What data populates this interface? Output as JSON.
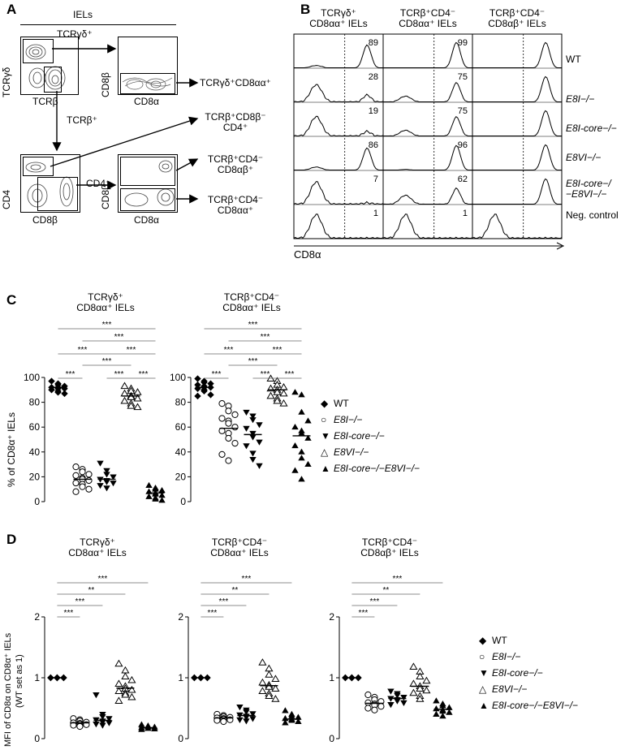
{
  "panelA": {
    "letter": "A",
    "iels": "IELs",
    "tcrgd_gate": "TCRγδ⁺",
    "axis_tcrgd": "TCRγδ",
    "axis_tcrb": "TCRβ",
    "axis_cd8b": "CD8β",
    "axis_cd8a": "CD8α",
    "axis_cd4": "CD4",
    "tcrb_pos": "TCRβ⁺",
    "cd4_neg": "CD4⁻",
    "out1": "TCRγδ⁺CD8αα⁺",
    "out2_l1": "TCRβ⁺CD8β⁻",
    "out2_l2": "CD4⁺",
    "out3_l1": "TCRβ⁺CD4⁻",
    "out3_l2": "CD8αβ⁺",
    "out4_l1": "TCRβ⁺CD4⁻",
    "out4_l2": "CD8αα⁺"
  },
  "panelB": {
    "letter": "B",
    "col1_l1": "TCRγδ⁺",
    "col1_l2": "CD8αα⁺ IELs",
    "col2_l1": "TCRβ⁺CD4⁻",
    "col2_l2": "CD8αα⁺ IELs",
    "col3_l1": "TCRβ⁺CD4⁻",
    "col3_l2": "CD8αβ⁺ IELs",
    "xaxis": "CD8α",
    "rows": [
      "WT",
      "E8I−/−",
      "E8I-core−/−",
      "E8VI−/−",
      "E8I-core−/−E8VI−/−",
      "Neg. control"
    ],
    "values_col1": [
      "89",
      "28",
      "19",
      "86",
      "7",
      "1"
    ],
    "values_col2": [
      "99",
      "75",
      "75",
      "96",
      "62",
      "1"
    ]
  },
  "legend": {
    "wt": "WT",
    "e8i": "E8I−/−",
    "e8icore": "E8I-core−/−",
    "e8vi": "E8VI−/−",
    "double": "E8I-core−/−E8VI−/−"
  },
  "panelC": {
    "letter": "C",
    "ylabel": "% of CD8α⁺ IELs",
    "sig": "***",
    "chart_data": [
      {
        "type": "scatter",
        "title_l1": "TCRγδ⁺",
        "title_l2": "CD8αα⁺ IELs",
        "ylim": [
          0,
          100
        ],
        "yticks": [
          "0",
          "20",
          "40",
          "60",
          "80",
          "100"
        ],
        "series": [
          {
            "name": "WT",
            "values": [
              97,
              95,
              94,
              93,
              92,
              92,
              91,
              91,
              90,
              89,
              88,
              87
            ],
            "mean": 92
          },
          {
            "name": "E8I−/−",
            "values": [
              28,
              26,
              24,
              22,
              21,
              19,
              18,
              17,
              15,
              14,
              12,
              10,
              8
            ],
            "mean": 18
          },
          {
            "name": "E8I-core−/−",
            "values": [
              31,
              25,
              22,
              20,
              18,
              17,
              16,
              15,
              13,
              11
            ],
            "mean": 18
          },
          {
            "name": "E8VI−/−",
            "values": [
              93,
              91,
              89,
              88,
              87,
              85,
              84,
              83,
              81,
              79,
              77,
              76
            ],
            "mean": 85
          },
          {
            "name": "E8I-core−/−E8VI−/−",
            "values": [
              13,
              11,
              10,
              9,
              8,
              7,
              6,
              5,
              4,
              3,
              2,
              1
            ],
            "mean": 7
          }
        ]
      },
      {
        "type": "scatter",
        "title_l1": "TCRβ⁺CD4⁻",
        "title_l2": "CD8αα⁺ IELs",
        "ylim": [
          0,
          100
        ],
        "yticks": [
          "0",
          "20",
          "40",
          "60",
          "80",
          "100"
        ],
        "series": [
          {
            "name": "WT",
            "values": [
              99,
              97,
              96,
              95,
              94,
              93,
              92,
              92,
              91,
              90,
              89,
              86,
              85
            ],
            "mean": 92
          },
          {
            "name": "E8I−/−",
            "values": [
              79,
              77,
              73,
              70,
              67,
              65,
              63,
              60,
              57,
              55,
              51,
              47,
              38,
              33
            ],
            "mean": 59
          },
          {
            "name": "E8I-core−/−",
            "values": [
              72,
              69,
              66,
              62,
              59,
              55,
              52,
              48,
              45,
              39,
              34,
              29
            ],
            "mean": 54
          },
          {
            "name": "E8VI−/−",
            "values": [
              99,
              97,
              94,
              92,
              91,
              90,
              88,
              87,
              85,
              83,
              81,
              79
            ],
            "mean": 90
          },
          {
            "name": "E8I-core−/−E8VI−/−",
            "values": [
              88,
              86,
              72,
              65,
              60,
              57,
              55,
              51,
              45,
              40,
              35,
              30,
              25,
              18
            ],
            "mean": 53
          }
        ]
      }
    ]
  },
  "panelD": {
    "letter": "D",
    "ylabel_l1": "MFI of CD8α on CD8α⁺ IELs",
    "ylabel_l2": "(WT set as 1)",
    "sig3": "***",
    "sig2": "**",
    "chart_data": [
      {
        "type": "scatter",
        "title_l1": "TCRγδ⁺",
        "title_l2": "CD8αα⁺ IELs",
        "ylim": [
          0,
          2
        ],
        "yticks": [
          "0",
          "1",
          "2"
        ],
        "series": [
          {
            "name": "WT",
            "values": [
              1,
              1,
              1,
              1,
              1,
              1,
              1,
              1
            ],
            "mean": 1
          },
          {
            "name": "E8I−/−",
            "values": [
              0.33,
              0.31,
              0.29,
              0.27,
              0.26,
              0.25,
              0.24,
              0.23,
              0.22,
              0.21,
              0.2
            ],
            "mean": 0.26
          },
          {
            "name": "E8I-core−/−",
            "values": [
              0.72,
              0.4,
              0.36,
              0.33,
              0.31,
              0.29,
              0.27,
              0.26,
              0.24,
              0.22
            ],
            "mean": 0.3
          },
          {
            "name": "E8VI−/−",
            "values": [
              1.23,
              1.12,
              1.02,
              0.96,
              0.9,
              0.86,
              0.82,
              0.8,
              0.78,
              0.75,
              0.72,
              0.68,
              0.62
            ],
            "mean": 0.83
          },
          {
            "name": "E8I-core−/−E8VI−/−",
            "values": [
              0.23,
              0.21,
              0.2,
              0.19,
              0.18,
              0.17,
              0.17,
              0.16,
              0.15
            ],
            "mean": 0.18
          }
        ]
      },
      {
        "type": "scatter",
        "title_l1": "TCRβ⁺CD4⁻",
        "title_l2": "CD8αα⁺ IELs",
        "ylim": [
          0,
          2
        ],
        "yticks": [
          "0",
          "1",
          "2"
        ],
        "series": [
          {
            "name": "WT",
            "values": [
              1,
              1,
              1,
              1,
              1,
              1,
              1,
              1
            ],
            "mean": 1
          },
          {
            "name": "E8I−/−",
            "values": [
              0.4,
              0.38,
              0.36,
              0.35,
              0.34,
              0.33,
              0.32,
              0.31,
              0.3,
              0.28
            ],
            "mean": 0.34
          },
          {
            "name": "E8I-core−/−",
            "values": [
              0.52,
              0.47,
              0.44,
              0.41,
              0.39,
              0.37,
              0.35,
              0.33,
              0.31,
              0.29
            ],
            "mean": 0.38
          },
          {
            "name": "E8VI−/−",
            "values": [
              1.25,
              1.15,
              1.05,
              0.98,
              0.92,
              0.88,
              0.85,
              0.82,
              0.78,
              0.74,
              0.7,
              0.65
            ],
            "mean": 0.87
          },
          {
            "name": "E8I-core−/−E8VI−/−",
            "values": [
              0.46,
              0.4,
              0.37,
              0.35,
              0.33,
              0.32,
              0.3,
              0.28,
              0.26
            ],
            "mean": 0.32
          }
        ]
      },
      {
        "type": "scatter",
        "title_l1": "TCRβ⁺CD4⁻",
        "title_l2": "CD8αβ⁺ IELs",
        "ylim": [
          0,
          2
        ],
        "yticks": [
          "0",
          "1",
          "2"
        ],
        "series": [
          {
            "name": "WT",
            "values": [
              1,
              1,
              1,
              1,
              1,
              1,
              1,
              1
            ],
            "mean": 1
          },
          {
            "name": "E8I−/−",
            "values": [
              0.72,
              0.68,
              0.64,
              0.61,
              0.59,
              0.57,
              0.55,
              0.53,
              0.5,
              0.47
            ],
            "mean": 0.58
          },
          {
            "name": "E8I-core−/−",
            "values": [
              0.78,
              0.74,
              0.71,
              0.68,
              0.66,
              0.64,
              0.62,
              0.59,
              0.56
            ],
            "mean": 0.66
          },
          {
            "name": "E8VI−/−",
            "values": [
              1.18,
              1.1,
              1.02,
              0.95,
              0.9,
              0.86,
              0.82,
              0.79,
              0.75,
              0.7,
              0.65
            ],
            "mean": 0.86
          },
          {
            "name": "E8I-core−/−E8VI−/−",
            "values": [
              0.62,
              0.57,
              0.54,
              0.51,
              0.49,
              0.47,
              0.45,
              0.43,
              0.4,
              0.37
            ],
            "mean": 0.48
          }
        ]
      }
    ]
  }
}
